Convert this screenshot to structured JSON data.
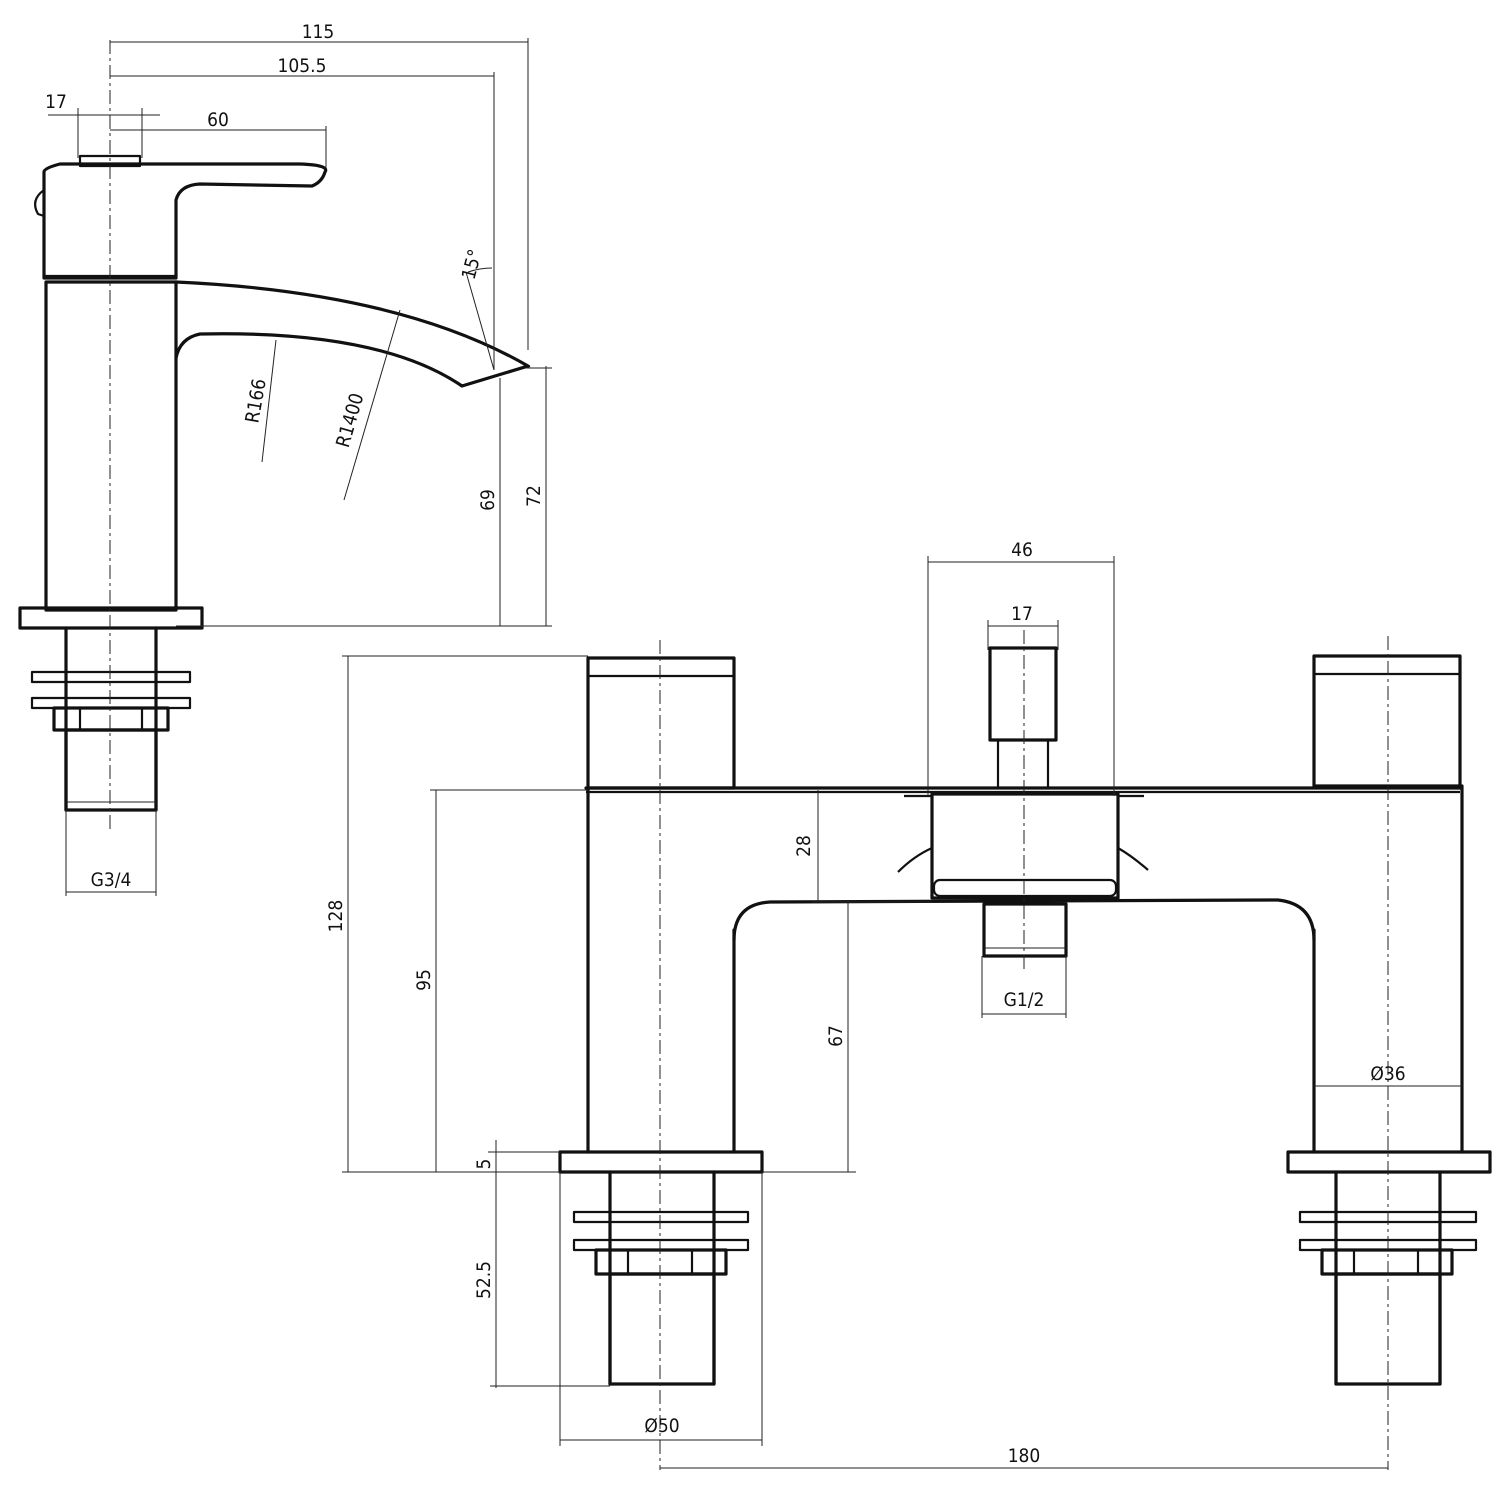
{
  "basin_mixer": {
    "dim_115": "115",
    "dim_105_5": "105.5",
    "dim_17": "17",
    "dim_60": "60",
    "angle_15": "15°",
    "radius_166": "R166",
    "radius_1400": "R1400",
    "dim_69": "69",
    "dim_72": "72",
    "thread_g3_4": "G3/4"
  },
  "bath_filler": {
    "dim_46": "46",
    "dim_17": "17",
    "dim_128": "128",
    "dim_95": "95",
    "dim_28": "28",
    "dim_67": "67",
    "dim_5": "5",
    "dim_52_5": "52.5",
    "thread_g1_2": "G1/2",
    "dia_36": "Ø36",
    "dia_50": "Ø50",
    "dim_180": "180"
  }
}
